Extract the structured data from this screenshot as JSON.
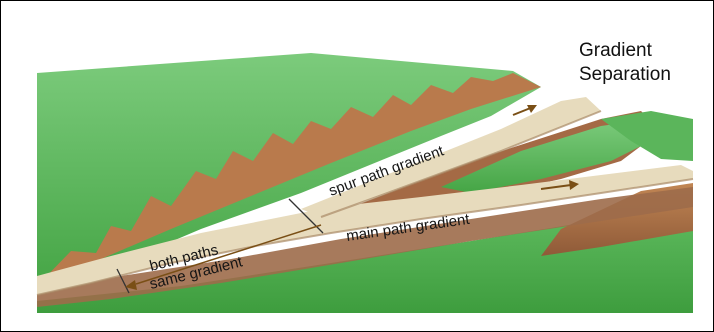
{
  "title_lines": [
    "Gradient",
    "Separation"
  ],
  "labels": {
    "spur": "spur path gradient",
    "main": "main path gradient",
    "both_line1": "both  paths",
    "both_line2": "same gradient"
  },
  "colors": {
    "grass": "#4ca94c",
    "grass_light": "#72c272",
    "path": "#e8dcc0",
    "embankment": "#b5784a",
    "cliff": "#a96a43",
    "arrow": "#7a4f16",
    "outline": "#222222"
  }
}
